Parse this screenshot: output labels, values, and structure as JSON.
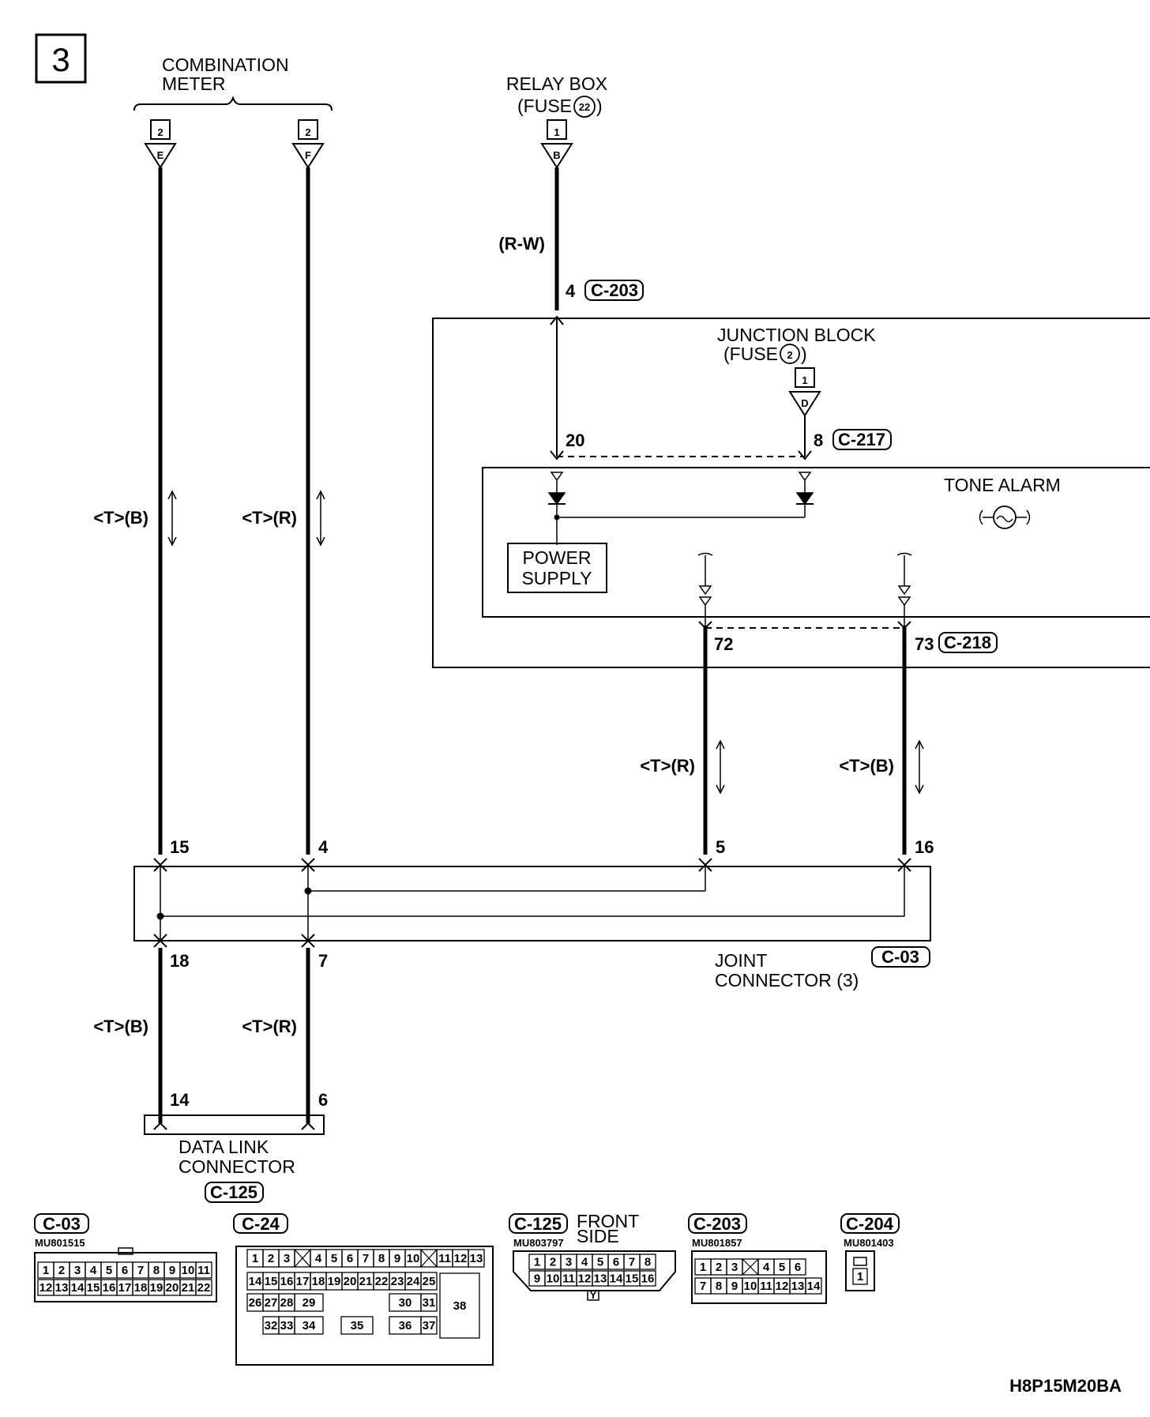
{
  "page_number": "3",
  "diagram_code": "H8P15M20BA",
  "combination_meter": {
    "line1": "COMBINATION",
    "line2": "METER",
    "term_no": "2",
    "term_left": "E",
    "term_right": "F"
  },
  "relay_box": {
    "line1": "RELAY BOX",
    "line2": "(FUSE",
    "fuse_no": "22",
    "line2_end": ")",
    "term_no": "1",
    "term_letter": "B"
  },
  "wire_rw": "(R-W)",
  "c203_pin": "4",
  "junction_block": {
    "line1": "JUNCTION BLOCK",
    "line2": "(FUSE",
    "fuse_no": "2",
    "line2_end": ")",
    "term_no": "1",
    "term_letter": "D"
  },
  "jb_pins": {
    "p20": "20",
    "p8": "8",
    "p72": "72",
    "p73": "73"
  },
  "tone_alarm": "TONE ALARM",
  "power_supply": {
    "line1": "POWER",
    "line2": "SUPPLY"
  },
  "wire_tb": "<T>(B)",
  "wire_tr": "<T>(R)",
  "joint_pins": {
    "p15": "15",
    "p4": "4",
    "p5": "5",
    "p16": "16",
    "p18": "18",
    "p7": "7"
  },
  "joint_connector": {
    "line1": "JOINT",
    "line2": "CONNECTOR (3)"
  },
  "dlc_pins": {
    "p14": "14",
    "p6": "6"
  },
  "data_link_connector": {
    "line1": "DATA LINK",
    "line2": "CONNECTOR"
  },
  "connector_ids": {
    "c203": "C-203",
    "c217": "C-217",
    "c218": "C-218",
    "c03": "C-03",
    "c125": "C-125",
    "c24": "C-24",
    "c204": "C-204"
  },
  "legend": {
    "c03_part": "MU801515",
    "c03_row1": [
      "1",
      "2",
      "3",
      "4",
      "5",
      "6",
      "7",
      "8",
      "9",
      "10",
      "11"
    ],
    "c03_row2": [
      "12",
      "13",
      "14",
      "15",
      "16",
      "17",
      "18",
      "19",
      "20",
      "21",
      "22"
    ],
    "c24_row1": [
      "1",
      "2",
      "3",
      "",
      "4",
      "5",
      "6",
      "7",
      "8",
      "9",
      "10",
      "",
      "11",
      "12",
      "13"
    ],
    "c24_row2": [
      "14",
      "15",
      "16",
      "17",
      "18",
      "19",
      "20",
      "21",
      "22",
      "23",
      "24",
      "25"
    ],
    "c24_row3": [
      "26",
      "27",
      "28",
      "29",
      "30",
      "31"
    ],
    "c24_row4": [
      "32",
      "33",
      "34",
      "35",
      "36",
      "37"
    ],
    "c24_38": "38",
    "c125_part": "MU803797",
    "c125_note1": "FRONT",
    "c125_note2": "SIDE",
    "c125_row1": [
      "1",
      "2",
      "3",
      "4",
      "5",
      "6",
      "7",
      "8"
    ],
    "c125_row2": [
      "9",
      "10",
      "11",
      "12",
      "13",
      "14",
      "15",
      "16"
    ],
    "c125_key": "Y",
    "c203_part": "MU801857",
    "c203_row1": [
      "1",
      "2",
      "3",
      "",
      "4",
      "5",
      "6"
    ],
    "c203_row2": [
      "7",
      "8",
      "9",
      "10",
      "11",
      "12",
      "13",
      "14"
    ],
    "c204_part": "MU801403",
    "c204_pin": "1"
  }
}
